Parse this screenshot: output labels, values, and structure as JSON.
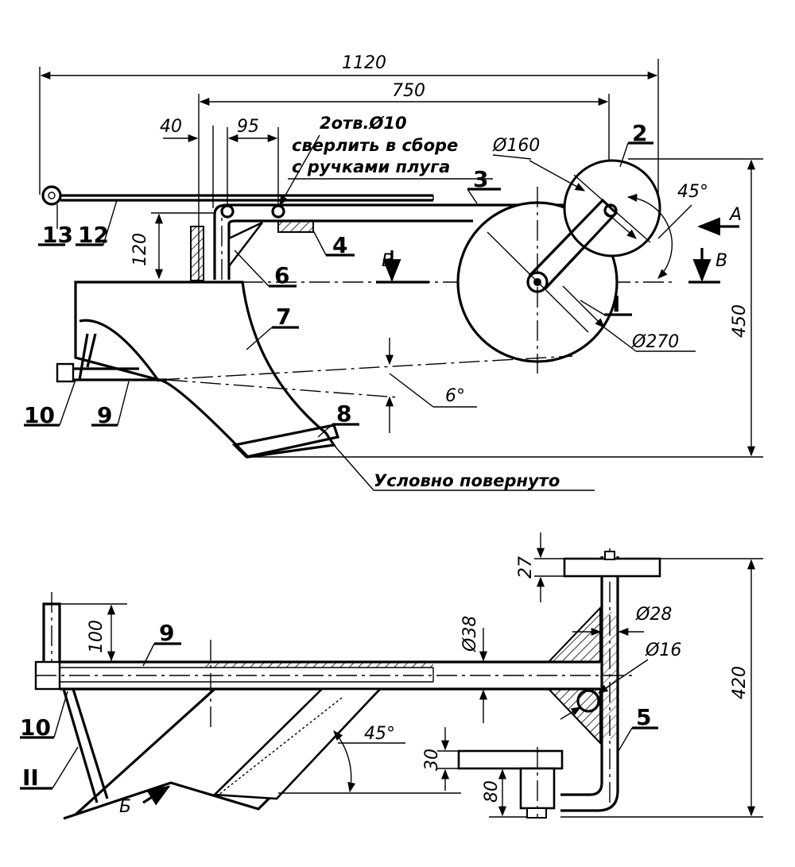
{
  "dimensions": {
    "d1120": "1120",
    "d750": "750",
    "d40": "40",
    "d95": "95",
    "d120": "120",
    "d450": "450",
    "d160": "Ø160",
    "d270": "Ø270",
    "a45_top": "45°",
    "a6": "6°",
    "d27": "27",
    "d420": "420",
    "d100": "100",
    "d38": "Ø38",
    "d28": "Ø28",
    "d16": "Ø16",
    "d30": "30",
    "d80": "80",
    "a45_bottom": "45°"
  },
  "notes": {
    "holes": "2отв.Ø10",
    "drill_line1": "сверлить в сборе",
    "drill_line2": "с ручками плуга",
    "rotated": "Условно повернуто"
  },
  "views": {
    "view_a": "A",
    "section_b_left": "В",
    "section_b_right": "В",
    "view_b_arrow": "Б"
  },
  "parts": {
    "p1": "I",
    "p2": "2",
    "p3": "3",
    "p4": "4",
    "p5": "5",
    "p6": "6",
    "p7": "7",
    "p8": "8",
    "p9_top": "9",
    "p9_bottom": "9",
    "p10_top": "10",
    "p10_bottom": "10",
    "p11": "II",
    "p12": "12",
    "p13": "13"
  }
}
